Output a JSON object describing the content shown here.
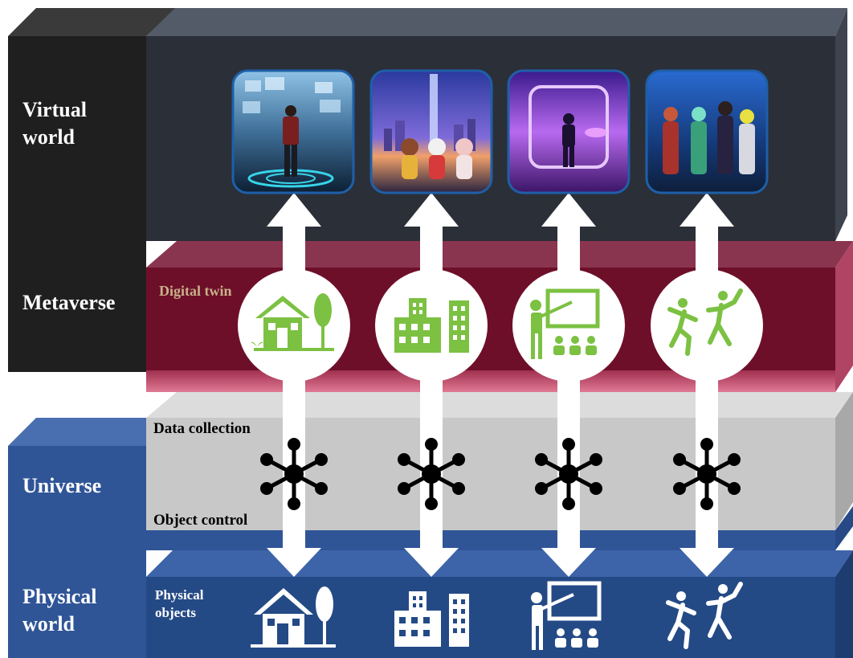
{
  "layers": {
    "virtual_world": {
      "label_line1": "Virtual",
      "label_line2": "world",
      "panel_color": "#2b2f38",
      "side_color": "#1f1f1f"
    },
    "metaverse": {
      "label": "Metaverse",
      "panel_color": "#6e0f2a"
    },
    "universe": {
      "label": "Universe",
      "side_color": "#2f5597"
    },
    "physical_world": {
      "label_line1": "Physical",
      "label_line2": "world",
      "side_color": "#2f5597",
      "panel_color": "#244a86"
    }
  },
  "metaverse_layer": {
    "digital_twin_label": "Digital twin"
  },
  "universe_layer": {
    "data_collection_label": "Data collection",
    "object_control_label": "Object control",
    "panel_color": "#c8c8c8"
  },
  "physical_layer": {
    "objects_label_line1": "Physical",
    "objects_label_line2": "objects"
  },
  "columns": [
    {
      "thumbnail": "person-in-virtual-data-space",
      "twin_icon": "house-tree-icon",
      "hub_icon": "network-hub-icon",
      "physical_icon": "house-tree-icon"
    },
    {
      "thumbnail": "avatars-in-virtual-city",
      "twin_icon": "buildings-icon",
      "hub_icon": "network-hub-icon",
      "physical_icon": "buildings-icon"
    },
    {
      "thumbnail": "person-in-neon-sci-fi-room",
      "twin_icon": "teacher-classroom-icon",
      "hub_icon": "network-hub-icon",
      "physical_icon": "teacher-classroom-icon"
    },
    {
      "thumbnail": "group-of-game-avatars",
      "twin_icon": "dancing-people-icon",
      "hub_icon": "network-hub-icon",
      "physical_icon": "dancing-people-icon"
    }
  ],
  "colors": {
    "twin_icon_green": "#7cc142",
    "arrow_white": "#ffffff",
    "hub_black": "#000000"
  }
}
